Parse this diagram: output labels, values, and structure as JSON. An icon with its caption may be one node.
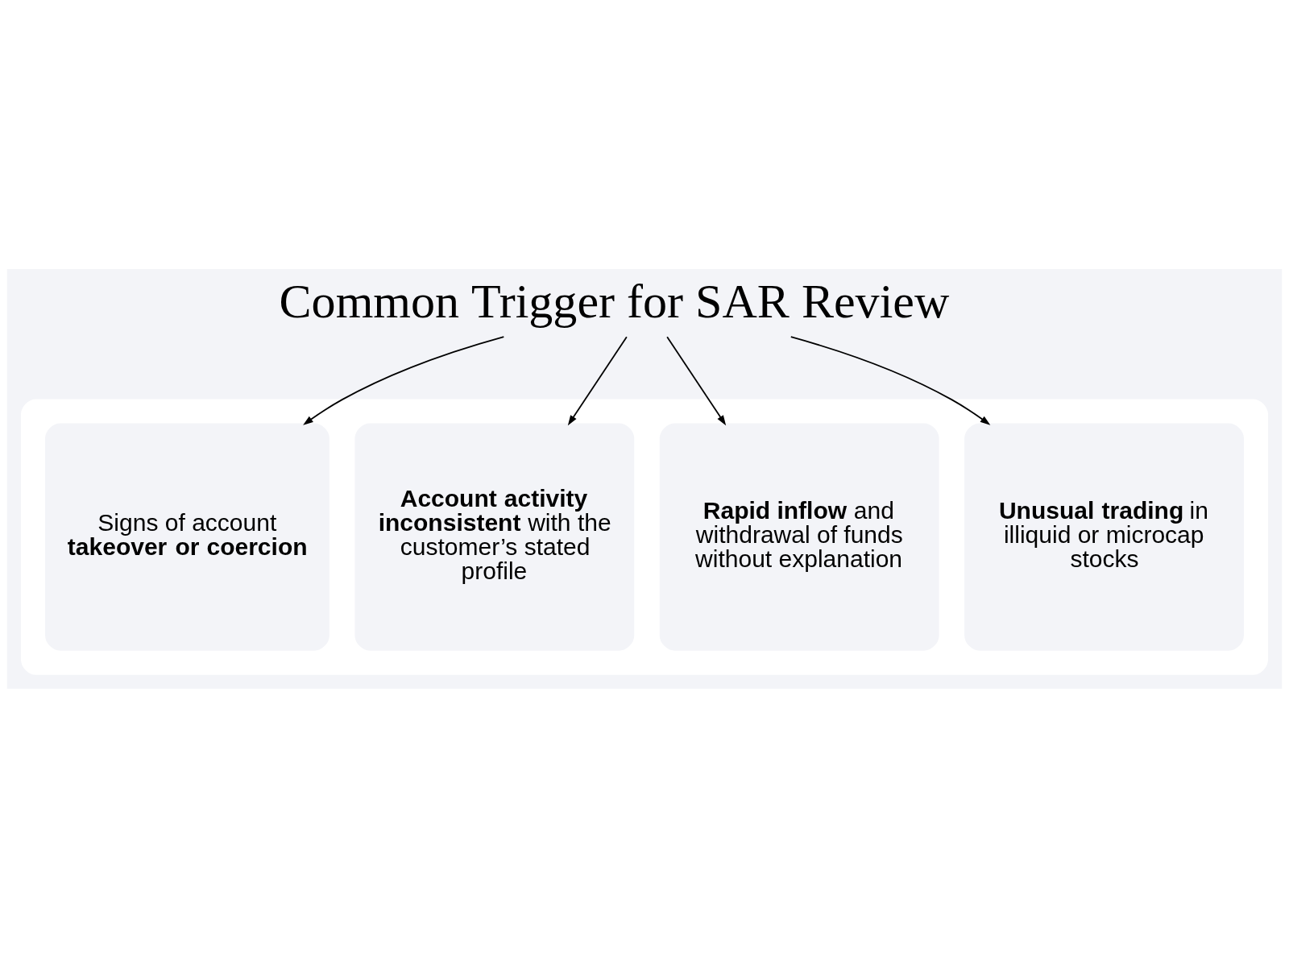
{
  "diagram": {
    "nodes": [
      {
        "text": [
          "Common Trigger for SAR Review"
        ]
      },
      {
        "text": [],
        "shape": "box"
      },
      {
        "text": [
          "**Unusual trading** in illiquid or microcap stocks"
        ],
        "in": 1
      },
      {
        "text": [
          "**Rapid inflow** and withdrawal of funds without explanation"
        ],
        "in": 1
      },
      {
        "text": [
          "**Account activity inconsistent** with the customer’s stated profile"
        ],
        "in": 1
      },
      {
        "text": [
          "Signs of account **takeover or coercion**"
        ],
        "in": 1
      }
    ],
    "edges": [
      {
        "from": 0,
        "to": 2,
        "arrow": "to"
      },
      {
        "from": 0,
        "to": 3,
        "arrow": "to"
      },
      {
        "from": 0,
        "to": 4,
        "arrow": "to"
      },
      {
        "from": 0,
        "to": 5,
        "arrow": "to"
      }
    ]
  }
}
